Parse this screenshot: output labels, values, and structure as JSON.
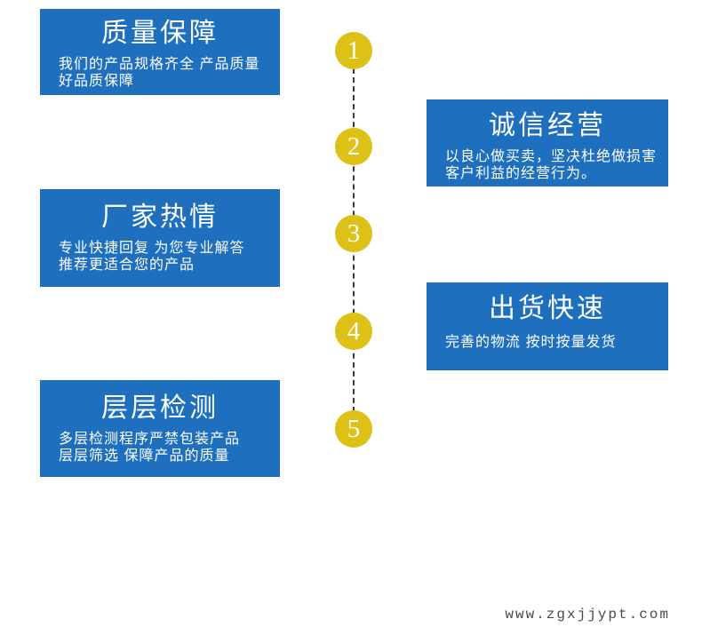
{
  "page": {
    "watermark": "www.zgxjjypt.com"
  },
  "colors": {
    "box_blue": "#1e6fbe",
    "circle_yellow": "#ddc116",
    "line_dark": "#3a3a3a",
    "text_white": "#ffffff",
    "watermark_gray": "#4a4a4a"
  },
  "timeline": {
    "style": "vertical-dashed-line"
  },
  "steps": [
    {
      "number": "1",
      "title": "质量保障",
      "body": "我们的产品规格齐全 产品质量\n好品质保障",
      "side": "left"
    },
    {
      "number": "2",
      "title": "诚信经营",
      "body": "以良心做买卖，坚决杜绝做损害\n客户利益的经营行为。",
      "side": "right"
    },
    {
      "number": "3",
      "title": "厂家热情",
      "body": "专业快捷回复 为您专业解答\n推荐更适合您的产品",
      "side": "left"
    },
    {
      "number": "4",
      "title": "出货快速",
      "body": "完善的物流 按时按量发货",
      "side": "right"
    },
    {
      "number": "5",
      "title": "层层检测",
      "body": "多层检测程序严禁包装产品\n层层筛选 保障产品的质量",
      "side": "left"
    }
  ]
}
